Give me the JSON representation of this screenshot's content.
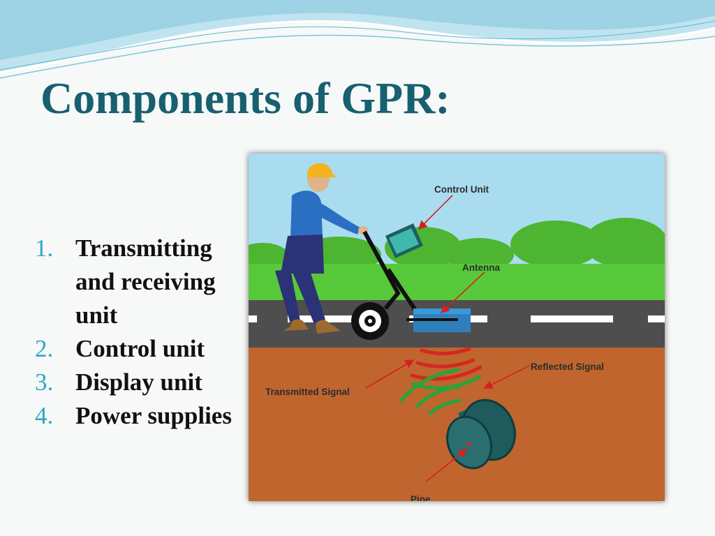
{
  "slide": {
    "title": "Components of GPR:",
    "items": [
      {
        "number": "1.",
        "text": "Transmitting and receiving unit"
      },
      {
        "number": "2.",
        "text": "Control unit"
      },
      {
        "number": "3.",
        "text": "Display unit"
      },
      {
        "number": "4.",
        "text": "Power supplies"
      }
    ]
  },
  "diagram": {
    "labels": {
      "control_unit": "Control Unit",
      "antenna": "Antenna",
      "reflected_signal": "Reflected Signal",
      "transmitted_signal": "Transmitted Signal",
      "pipe": "Pipe"
    }
  },
  "colors": {
    "title": "#17606f",
    "number": "#2aa9c3",
    "sky": "#a9dcef",
    "grass": "#58c93a",
    "road": "#4e4e4e",
    "soil": "#c0652e",
    "transmitted_wave": "#d12a22",
    "reflected_wave": "#2aa33a",
    "pipe": "#1f5a5c",
    "annotation_arrow": "#d62020"
  }
}
